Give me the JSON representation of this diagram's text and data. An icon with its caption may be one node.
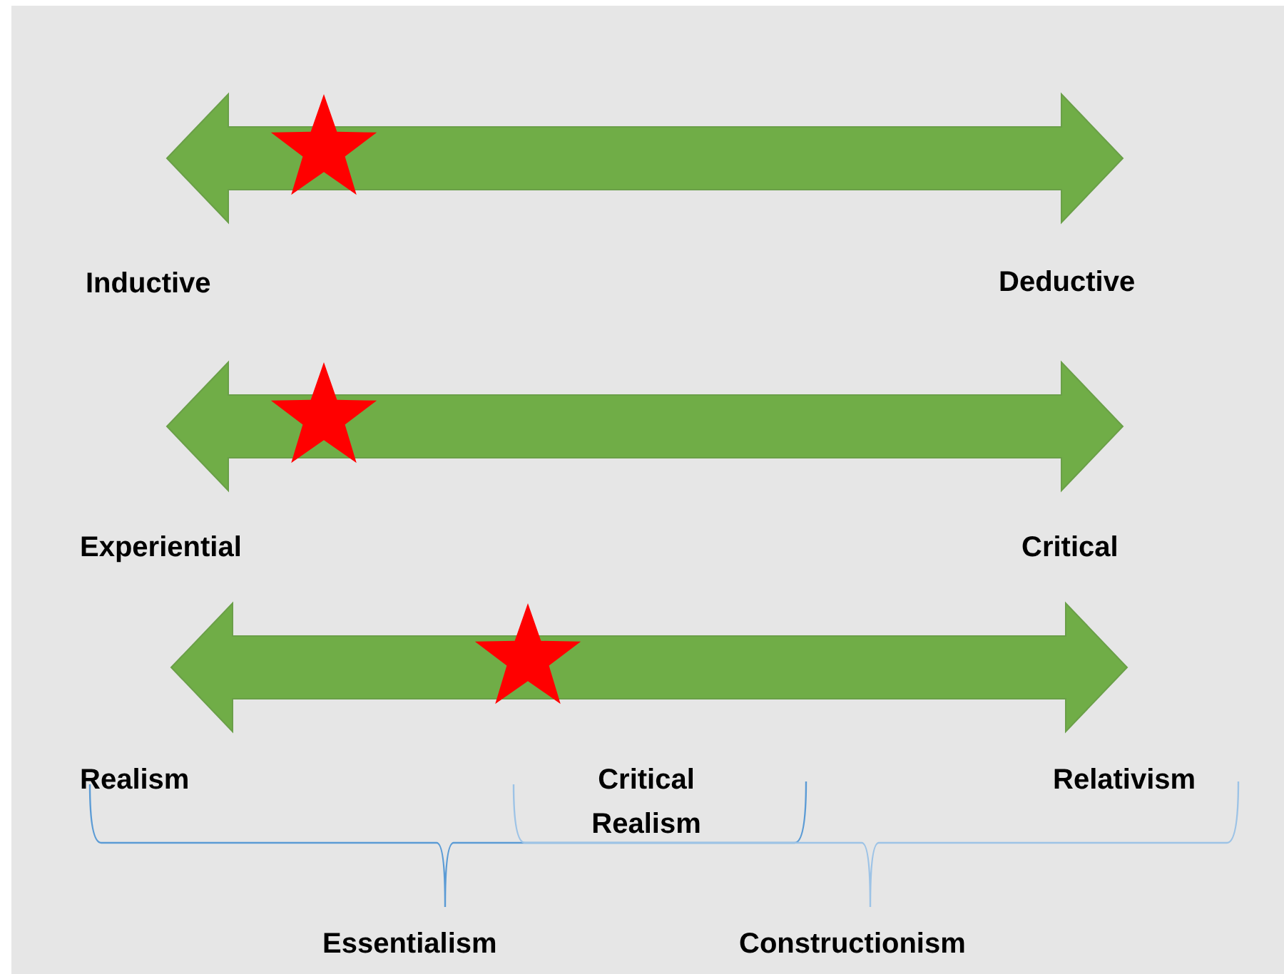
{
  "diagram": {
    "labels": [
      "Inductive",
      "Deductive",
      "Experiential",
      "Critical",
      "Realism",
      "Critical Realism",
      "Relativism",
      "Essentialism",
      "Constructionism"
    ]
  }
}
